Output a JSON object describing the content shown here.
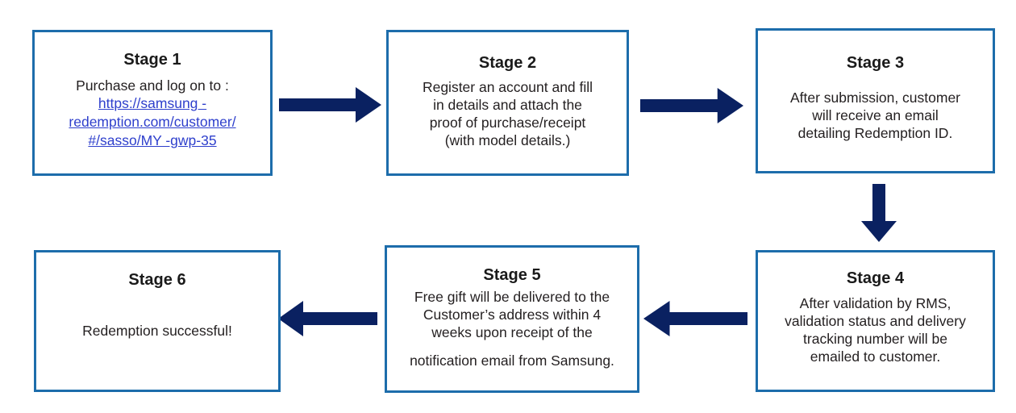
{
  "flowchart": {
    "title": "Samsung gift redemption process flowchart",
    "colors": {
      "border_color": "#1d6dab",
      "arrow_color": "#0a2161",
      "link_color": "#2e3fcc",
      "text_color": "#231f20"
    },
    "stages": [
      {
        "title": "Stage 1",
        "body": "Purchase and log on to :",
        "link": "https://samsung -\nredemption.com/customer/\n#/sasso/MY -gwp-35"
      },
      {
        "title": "Stage 2",
        "body": "Register an account and fill\nin details and attach the\nproof of purchase/receipt\n(with model details.)"
      },
      {
        "title": "Stage 3",
        "body": "After submission, customer\nwill receive an email\ndetailing Redemption ID."
      },
      {
        "title": "Stage 4",
        "body": "After validation by RMS,\nvalidation status and delivery\ntracking number will be\nemailed to customer."
      },
      {
        "title": "Stage 5",
        "body": "Free gift will be delivered to the\nCustomer’s address within 4\nweeks upon receipt of the",
        "body2": "notification email from Samsung."
      },
      {
        "title": "Stage 6",
        "body": "Redemption successful!"
      }
    ],
    "arrows": [
      {
        "from": "Stage 1",
        "to": "Stage 2",
        "direction": "right"
      },
      {
        "from": "Stage 2",
        "to": "Stage 3",
        "direction": "right"
      },
      {
        "from": "Stage 3",
        "to": "Stage 4",
        "direction": "down"
      },
      {
        "from": "Stage 4",
        "to": "Stage 5",
        "direction": "left"
      },
      {
        "from": "Stage 5",
        "to": "Stage 6",
        "direction": "left"
      }
    ]
  }
}
